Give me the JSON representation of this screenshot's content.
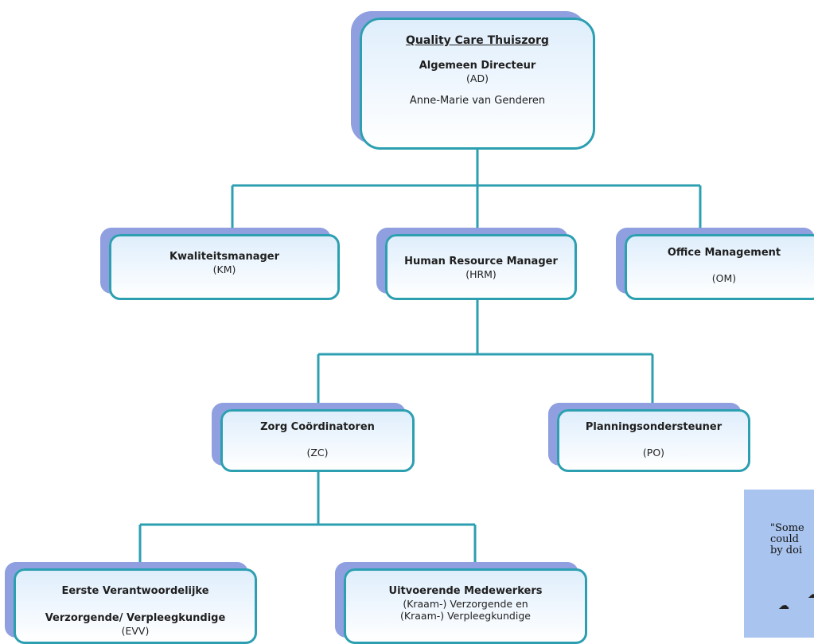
{
  "colors": {
    "border": "#2c9fb1",
    "shadow": "#8f9fdf",
    "fill_top": "#dfeefc",
    "connector": "#2c9fb1",
    "cartoon_bg": "#a9c4ee"
  },
  "org": {
    "ad": {
      "company": "Quality Care Thuiszorg",
      "role": "Algemeen Directeur",
      "abbr": "(AD)",
      "name": "Anne-Marie van Genderen"
    },
    "km": {
      "role": "Kwaliteitsmanager",
      "abbr": "(KM)"
    },
    "hrm": {
      "role": "Human Resource Manager",
      "abbr": "(HRM)"
    },
    "om": {
      "role": "Office Management",
      "abbr": "(OM)"
    },
    "zc": {
      "role": "Zorg Coördinatoren",
      "abbr": "(ZC)"
    },
    "po": {
      "role": "Planningsondersteuner",
      "abbr": "(PO)"
    },
    "evv": {
      "role_line1": "Eerste Verantwoordelijke",
      "role_line2": "Verzorgende/ Verpleegkundige",
      "abbr": "(EVV)"
    },
    "uit": {
      "role": "Uitvoerende Medewerkers",
      "line2": "(Kraam-) Verzorgende en",
      "line3": "(Kraam-) Verpleegkundige"
    }
  },
  "cartoon": {
    "quote_lines": [
      "\"Some",
      "could",
      "by doi"
    ],
    "icons": [
      "cloud-icon",
      "cloud-icon"
    ]
  }
}
